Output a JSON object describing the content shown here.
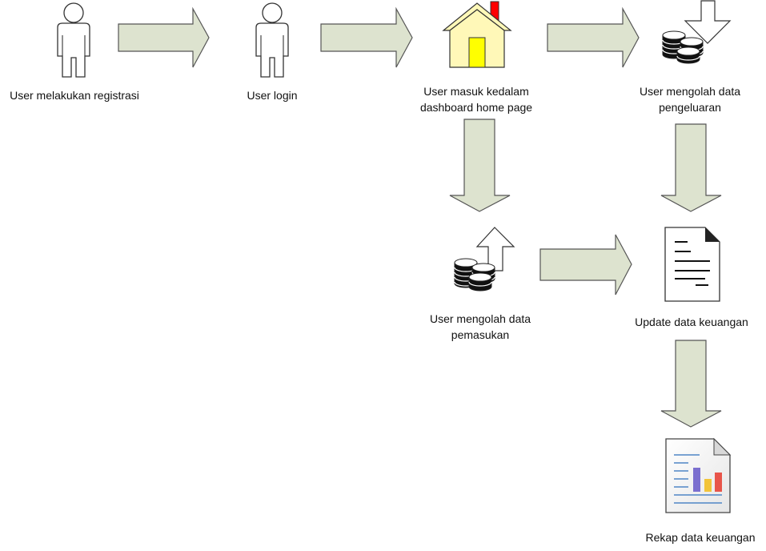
{
  "colors": {
    "arrow_fill": "#dde3cf",
    "arrow_stroke": "#555555",
    "house_wall": "#fff8b8",
    "house_door": "#ffff00",
    "house_chimney": "#ff0000",
    "chart_bar_purple": "#7b6fcf",
    "chart_bar_yellow": "#f2c43a",
    "chart_bar_red": "#e8554a",
    "doc_lines_blue": "#4f86c6"
  },
  "nodes": {
    "registration": {
      "icon": "user-icon",
      "label": "User melakukan registrasi"
    },
    "login": {
      "icon": "user-icon",
      "label": "User login"
    },
    "dashboard": {
      "icon": "house-icon",
      "label_line1": "User masuk kedalam",
      "label_line2": "dashboard home page"
    },
    "expense": {
      "icon": "coins-down-icon",
      "label_line1": "User mengolah data",
      "label_line2": "pengeluaran"
    },
    "income": {
      "icon": "coins-up-icon",
      "label_line1": "User mengolah data",
      "label_line2": "pemasukan"
    },
    "update": {
      "icon": "document-icon",
      "label": "Update data keuangan"
    },
    "recap": {
      "icon": "report-chart-icon",
      "label": "Rekap data keuangan"
    }
  }
}
